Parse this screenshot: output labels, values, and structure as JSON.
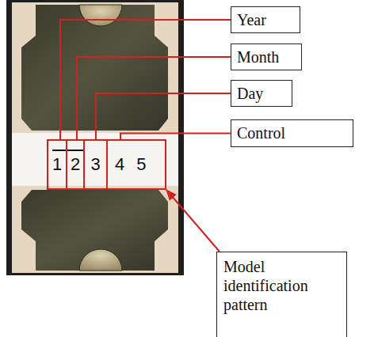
{
  "diagram": {
    "nodes": [
      {
        "text": [
          "Year"
        ]
      },
      {
        "text": [
          "Month"
        ]
      },
      {
        "text": [
          "Day"
        ]
      },
      {
        "text": [
          "Control"
        ]
      },
      {
        "text": [
          "1"
        ]
      },
      {
        "text": [
          "2"
        ]
      },
      {
        "text": [
          "3"
        ]
      },
      {
        "text": [
          "4 5"
        ]
      },
      {
        "text": [
          "Model identification pattern"
        ]
      }
    ],
    "edges": [
      {
        "from": 4,
        "to": 0,
        "arrow": "none"
      },
      {
        "from": 5,
        "to": 1,
        "arrow": "none"
      },
      {
        "from": 6,
        "to": 2,
        "arrow": "none"
      },
      {
        "from": 7,
        "to": 3,
        "arrow": "none"
      },
      {
        "from": 8,
        "to": 7,
        "arrow": "to"
      }
    ]
  }
}
